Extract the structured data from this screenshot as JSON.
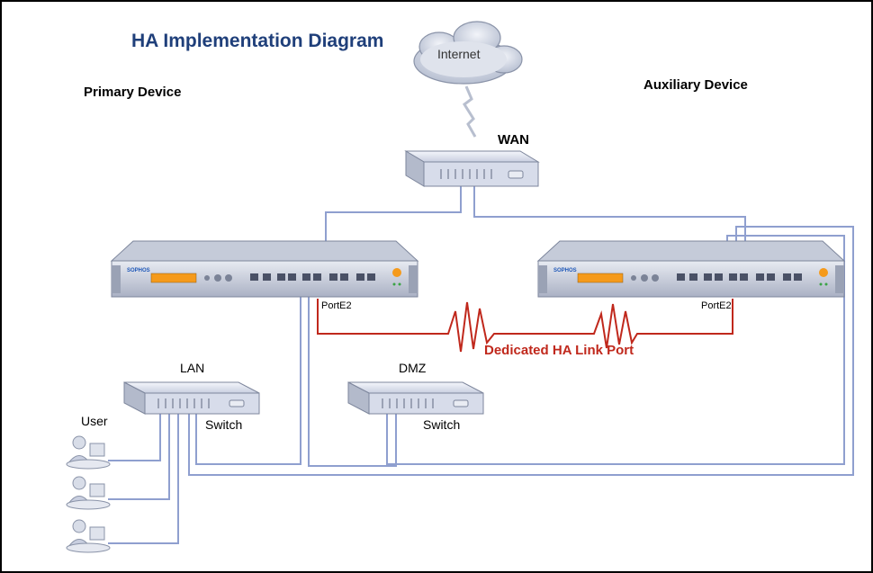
{
  "title": "HA Implementation Diagram",
  "devices": {
    "primary_label": "Primary Device",
    "auxiliary_label": "Auxiliary Device",
    "brand": "SOPHOS"
  },
  "network": {
    "internet": "Internet",
    "wan": "WAN",
    "lan": "LAN",
    "dmz": "DMZ",
    "switch_lan": "Switch",
    "switch_dmz": "Switch",
    "user": "User"
  },
  "ports": {
    "primary_port": "PortE2",
    "auxiliary_port": "PortE2",
    "ha_link": "Dedicated HA Link Port"
  },
  "colors": {
    "cable": "#8f9fcf",
    "ha_link": "#c0281c",
    "title": "#1f3f7a",
    "lcd": "#f59a1b"
  }
}
